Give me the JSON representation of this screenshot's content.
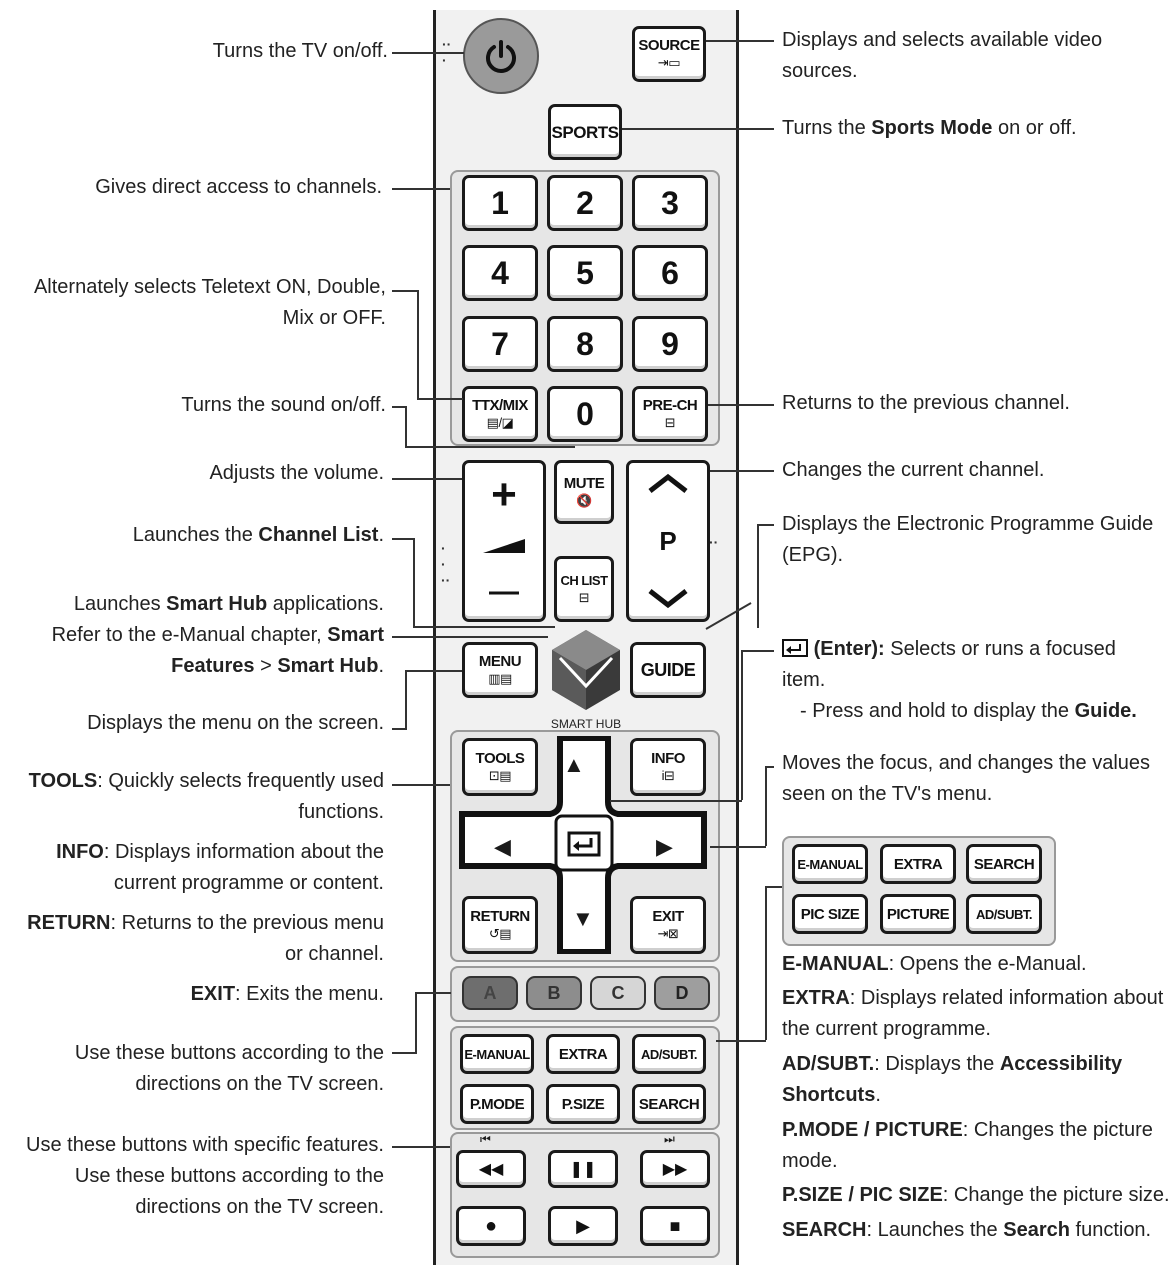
{
  "remote": {
    "source": {
      "label": "SOURCE",
      "icon": "⇥▭"
    },
    "sports": "SPORTS",
    "digits": [
      "1",
      "2",
      "3",
      "4",
      "5",
      "6",
      "7",
      "8",
      "9",
      "0"
    ],
    "ttx": {
      "label": "TTX/MIX",
      "icon": "▤/◪"
    },
    "prech": {
      "label": "PRE-CH",
      "icon": "⊟"
    },
    "mute": {
      "label": "MUTE",
      "icon": "🔇"
    },
    "chlist": {
      "label": "CH LIST",
      "icon": "⊟"
    },
    "vol_plus": "+",
    "vol_minus": "—",
    "ch_p": "P",
    "menu": {
      "label": "MENU",
      "icon": "▥▤"
    },
    "guide": "GUIDE",
    "smarthub": "SMART HUB",
    "tools": {
      "label": "TOOLS",
      "icon": "⊡▤"
    },
    "info": {
      "label": "INFO",
      "icon": "i⊟"
    },
    "return": {
      "label": "RETURN",
      "icon": "↺▤"
    },
    "exit": {
      "label": "EXIT",
      "icon": "⇥⊠"
    },
    "colors": [
      "A",
      "B",
      "C",
      "D"
    ],
    "func_row1": [
      "E-MANUAL",
      "EXTRA",
      "AD/SUBT."
    ],
    "func_row2": [
      "P.MODE",
      "P.SIZE",
      "SEARCH"
    ],
    "popup_row1": [
      "E-MANUAL",
      "EXTRA",
      "SEARCH"
    ],
    "popup_row2": [
      "PIC SIZE",
      "PICTURE",
      "AD/SUBT."
    ],
    "media_small_left": "⏮",
    "media_small_right": "⏭",
    "media": [
      "◀◀",
      "❚❚",
      "▶▶",
      "●",
      "▶",
      "■"
    ]
  },
  "left": {
    "power": "Turns the TV on/off.",
    "digits": "Gives direct access to channels.",
    "ttx1": "Alternately selects Teletext ON, Double,",
    "ttx2": "Mix or OFF.",
    "mute": "Turns the sound on/off.",
    "volume": "Adjusts the volume.",
    "chlist_pre": "Launches the ",
    "chlist_b": "Channel List",
    "chlist_post": ".",
    "hub1_pre": "Launches ",
    "hub1_b": "Smart Hub",
    "hub1_post": " applications.",
    "hub2_pre": "Refer to the e-Manual chapter, ",
    "hub2_b": "Smart",
    "hub3_b1": "Features",
    "hub3_mid": " > ",
    "hub3_b2": "Smart Hub",
    "hub3_post": ".",
    "menu": "Displays the menu on the screen.",
    "tools_b": "TOOLS",
    "tools_1": ": Quickly selects frequently used",
    "tools_2": "functions.",
    "info_b": "INFO",
    "info_1": ": Displays information about the",
    "info_2": "current programme or content.",
    "return_b": "RETURN",
    "return_1": ": Returns to the previous menu",
    "return_2": "or channel.",
    "exit_b": "EXIT",
    "exit_1": ": Exits the menu.",
    "color1": "Use these buttons according to the",
    "color2": "directions on the TV screen.",
    "media1": "Use these buttons with specific features.",
    "media2": "Use these buttons according to the",
    "media3": "directions on the TV screen."
  },
  "right": {
    "source1": "Displays and selects available video",
    "source2": "sources.",
    "sports_pre": "Turns the ",
    "sports_b": "Sports Mode",
    "sports_post": " on or off.",
    "prech": "Returns to the previous channel.",
    "channel": "Changes the current channel.",
    "guide1": "Displays the Electronic Programme Guide",
    "guide2": "(EPG).",
    "enter_b": "(Enter):",
    "enter_1": " Selects or runs a focused",
    "enter_2": "item.",
    "enter_3_pre": "- Press and hold to display the ",
    "enter_3_b": "Guide.",
    "nav1": "Moves the focus, and changes the values",
    "nav2": "seen on the TV's menu.",
    "emanual_b": "E-MANUAL",
    "emanual": ": Opens the e-Manual.",
    "extra_b": "EXTRA",
    "extra_1": ": Displays related information about",
    "extra_2": "the current programme.",
    "adsubt_b": "AD/SUBT.",
    "adsubt_1": ": Displays the ",
    "adsubt_1b": "Accessibility",
    "adsubt_2b": "Shortcuts",
    "adsubt_2": ".",
    "pmode_b": "P.MODE / PICTURE",
    "pmode_1": ": Changes the picture",
    "pmode_2": "mode.",
    "psize_b": "P.SIZE / PIC SIZE",
    "psize": ": Change the picture size.",
    "search_b": "SEARCH",
    "search_pre": ": Launches the ",
    "search_mid_b": "Search",
    "search_post": " function."
  }
}
